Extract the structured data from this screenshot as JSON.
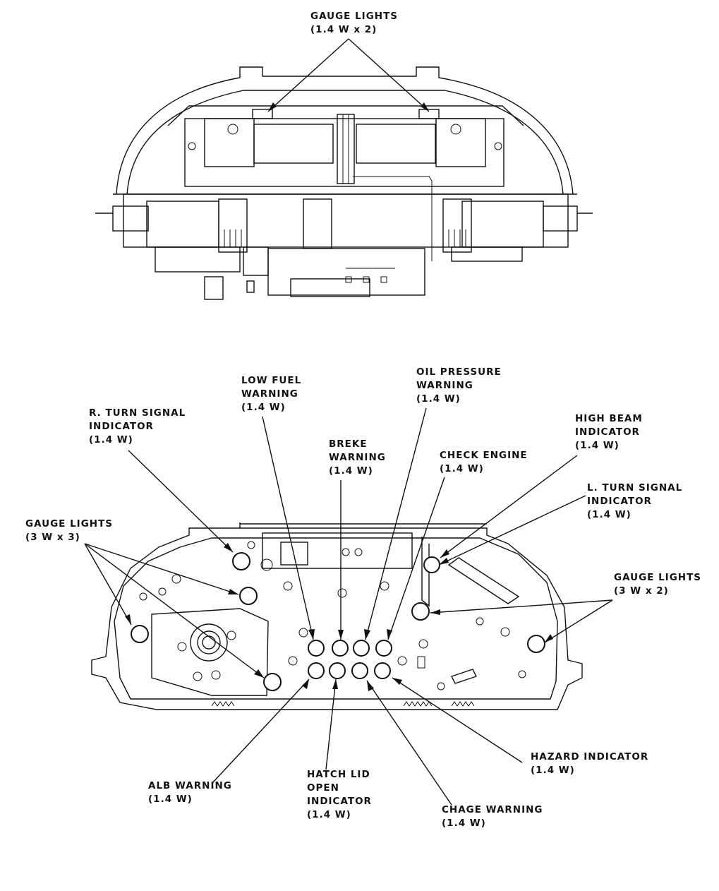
{
  "labels": {
    "gauge_lights_top": {
      "line1": "GAUGE LIGHTS",
      "line2": "(1.4 W x 2)"
    },
    "low_fuel": {
      "line1": "LOW FUEL",
      "line2": "WARNING",
      "line3": "(1.4 W)"
    },
    "oil_pressure": {
      "line1": "OIL PRESSURE",
      "line2": "WARNING",
      "line3": "(1.4 W)"
    },
    "r_turn": {
      "line1": "R. TURN SIGNAL",
      "line2": "INDICATOR",
      "line3": "(1.4 W)"
    },
    "breke": {
      "line1": "BREKE",
      "line2": "WARNING",
      "line3": "(1.4 W)"
    },
    "check_engine": {
      "line1": "CHECK ENGINE",
      "line2": "(1.4 W)"
    },
    "high_beam": {
      "line1": "HIGH BEAM",
      "line2": "INDICATOR",
      "line3": "(1.4 W)"
    },
    "l_turn": {
      "line1": "L. TURN SIGNAL",
      "line2": "INDICATOR",
      "line3": "(1.4 W)"
    },
    "gauge_lights_left": {
      "line1": "GAUGE LIGHTS",
      "line2": "(3 W x 3)"
    },
    "gauge_lights_right": {
      "line1": "GAUGE LIGHTS",
      "line2": "(3 W x 2)"
    },
    "hazard": {
      "line1": "HAZARD INDICATOR",
      "line2": "(1.4 W)"
    },
    "alb": {
      "line1": "ALB WARNING",
      "line2": "(1.4 W)"
    },
    "hatch_lid": {
      "line1": "HATCH LID",
      "line2": "OPEN",
      "line3": "INDICATOR",
      "line4": "(1.4 W)"
    },
    "chage": {
      "line1": "CHAGE WARNING",
      "line2": "(1.4 W)"
    }
  },
  "colors": {
    "ink": "#111111",
    "paper": "#ffffff"
  }
}
